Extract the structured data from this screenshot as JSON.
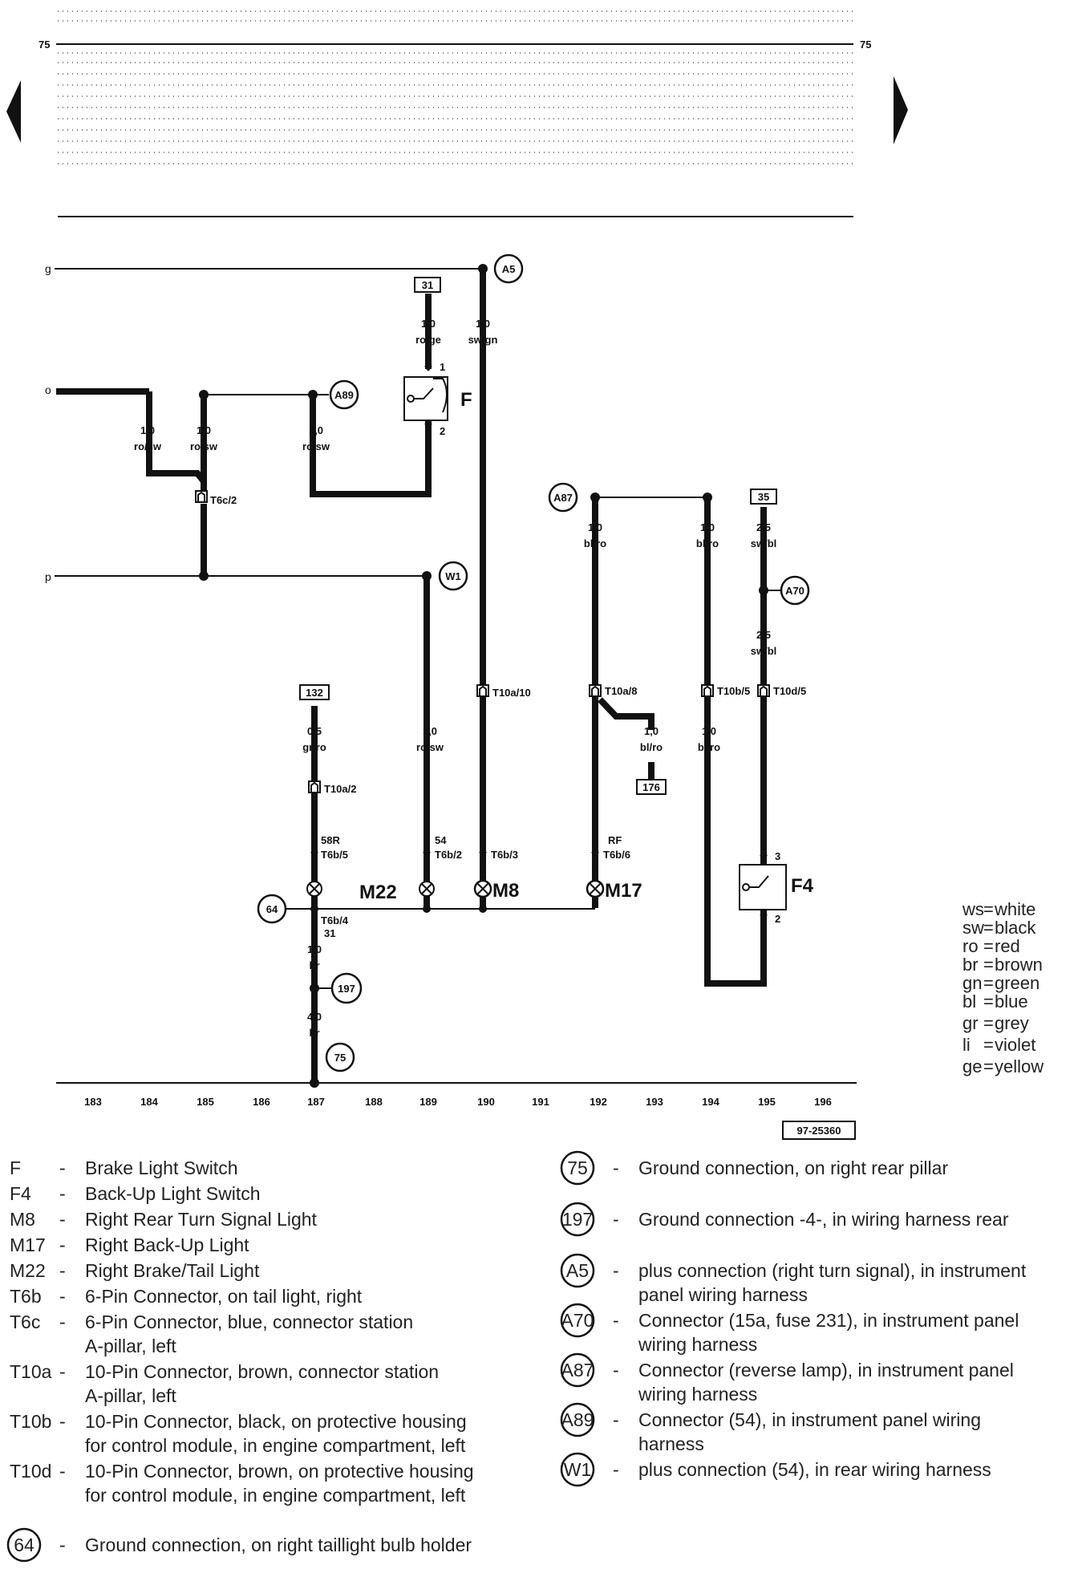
{
  "diagram": {
    "page_ref": "75",
    "drawing_number": "97-25360",
    "rail_labels": {
      "g": "g",
      "o": "o",
      "p": "p"
    },
    "ticks": [
      "183",
      "184",
      "185",
      "186",
      "187",
      "188",
      "189",
      "190",
      "191",
      "192",
      "193",
      "194",
      "195",
      "196"
    ],
    "wires": {
      "w31_size": "1,0",
      "w31_color": "ro/ge",
      "a5_size": "1,0",
      "a5_color": "sw/gn",
      "o1_size": "1,0",
      "o1_color": "ro/sw",
      "o2_size": "1,0",
      "o2_color": "ro/sw",
      "o3_size": "1,0",
      "o3_color": "ro/sw",
      "a87a_size": "1,0",
      "a87a_color": "bl/ro",
      "a87b_size": "1,0",
      "a87b_color": "bl/ro",
      "t35_size": "2,5",
      "t35_color": "sw/bl",
      "a70_size": "2,5",
      "a70_color": "sw/bl",
      "t132_size": "0,5",
      "t132_color": "gr/ro",
      "w1_size": "1,0",
      "w1_color": "ro/sw",
      "t176_size": "1,0",
      "t176_color": "bl/ro",
      "t10b_size": "1,0",
      "t10b_color": "bl/ro",
      "gnd1_size": "1,0",
      "gnd1_color": "br",
      "gnd2_size": "4,0",
      "gnd2_color": "br"
    },
    "circles": {
      "a5": "A5",
      "a89": "A89",
      "a87": "A87",
      "w1": "W1",
      "a70": "A70",
      "c64": "64",
      "c197": "197",
      "c75": "75"
    },
    "terminals": {
      "t31": "31",
      "t35": "35",
      "t132": "132",
      "t176": "176"
    },
    "connectors": {
      "t6c2": "T6c/2",
      "t10a10": "T10a/10",
      "t10a8": "T10a/8",
      "t10b5": "T10b/5",
      "t10d5": "T10d/5",
      "t10a2": "T10a/2",
      "t6b5": "T6b/5",
      "t6b2": "T6b/2",
      "t6b3": "T6b/3",
      "t6b6": "T6b/6",
      "t6b4": "T6b/4"
    },
    "pins": {
      "p58r": "58R",
      "p54": "54",
      "prf": "RF",
      "p31": "31",
      "f_1": "1",
      "f_2": "2",
      "f4_3": "3",
      "f4_2": "2"
    },
    "components": {
      "f": "F",
      "f4": "F4",
      "m22": "M22",
      "m8": "M8",
      "m17": "M17"
    }
  },
  "color_key": [
    {
      "code": "ws",
      "name": "white"
    },
    {
      "code": "sw",
      "name": "black"
    },
    {
      "code": "ro",
      "name": "red"
    },
    {
      "code": "br",
      "name": "brown"
    },
    {
      "code": "gn",
      "name": "green"
    },
    {
      "code": "bl",
      "name": "blue"
    },
    {
      "code": "gr",
      "name": "grey"
    },
    {
      "code": "li",
      "name": "violet"
    },
    {
      "code": "ge",
      "name": "yellow"
    }
  ],
  "legend_components": [
    {
      "code": "F",
      "desc": "Brake Light Switch"
    },
    {
      "code": "F4",
      "desc": "Back-Up Light Switch"
    },
    {
      "code": "M8",
      "desc": "Right Rear Turn Signal Light"
    },
    {
      "code": "M17",
      "desc": "Right Back-Up Light"
    },
    {
      "code": "M22",
      "desc": "Right Brake/Tail Light"
    },
    {
      "code": "T6b",
      "desc": "6-Pin Connector, on tail light, right"
    },
    {
      "code": "T6c",
      "desc": "6-Pin Connector, blue, connector station",
      "desc2": "A-pillar, left"
    },
    {
      "code": "T10a",
      "desc": "10-Pin Connector, brown, connector station",
      "desc2": "A-pillar, left"
    },
    {
      "code": "T10b",
      "desc": "10-Pin Connector, black,  on protective housing",
      "desc2": "for control module, in engine compartment, left"
    },
    {
      "code": "T10d",
      "desc": "10-Pin Connector, brown, on protective housing",
      "desc2": "for control module, in engine compartment, left"
    }
  ],
  "legend_ground_64": {
    "code": "64",
    "desc": "Ground connection, on right taillight bulb holder"
  },
  "legend_connections": [
    {
      "code": "75",
      "desc": "Ground connection, on right rear pillar"
    },
    {
      "code": "197",
      "desc": "Ground connection -4-, in wiring  harness rear"
    },
    {
      "code": "A5",
      "desc": "plus connection (right turn signal), in instrument",
      "desc2": "panel wiring harness"
    },
    {
      "code": "A70",
      "desc": "Connector (15a, fuse 231), in instrument panel",
      "desc2": "wiring harness"
    },
    {
      "code": "A87",
      "desc": "Connector (reverse lamp), in instrument panel",
      "desc2": "wiring harness"
    },
    {
      "code": "A89",
      "desc": "Connector (54), in instrument panel wiring",
      "desc2": "harness"
    },
    {
      "code": "W1",
      "desc": "plus connection (54), in rear wiring harness"
    }
  ]
}
